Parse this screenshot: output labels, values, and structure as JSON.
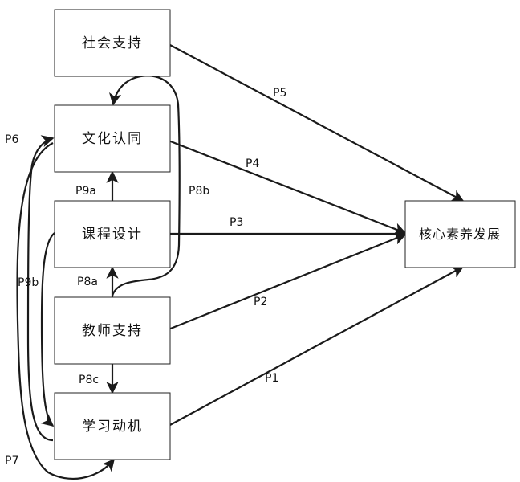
{
  "diagram": {
    "nodes": [
      {
        "id": "social_support",
        "label": "社会支持"
      },
      {
        "id": "cultural_identity",
        "label": "文化认同"
      },
      {
        "id": "curriculum_design",
        "label": "课程设计"
      },
      {
        "id": "teacher_support",
        "label": "教师支持"
      },
      {
        "id": "learning_motivation",
        "label": "学习动机"
      },
      {
        "id": "core_literacy",
        "label": "核心素养发展"
      }
    ],
    "paths": [
      {
        "label": "P5",
        "from": "social_support",
        "to": "core_literacy"
      },
      {
        "label": "P4",
        "from": "cultural_identity",
        "to": "core_literacy"
      },
      {
        "label": "P3",
        "from": "curriculum_design",
        "to": "core_literacy"
      },
      {
        "label": "P2",
        "from": "teacher_support",
        "to": "core_literacy"
      },
      {
        "label": "P1",
        "from": "learning_motivation",
        "to": "core_literacy"
      },
      {
        "label": "P9a",
        "from": "curriculum_design",
        "to": "cultural_identity"
      },
      {
        "label": "P8a",
        "from": "teacher_support",
        "to": "curriculum_design"
      },
      {
        "label": "P8b",
        "from": "teacher_support",
        "to": "cultural_identity"
      },
      {
        "label": "P8c",
        "from": "teacher_support",
        "to": "learning_motivation"
      },
      {
        "label": "P9b",
        "from": "curriculum_design",
        "to": "learning_motivation"
      },
      {
        "label": "P6",
        "from": "learning_motivation",
        "to": "cultural_identity"
      },
      {
        "label": "P7",
        "from": "cultural_identity",
        "to": "learning_motivation"
      }
    ]
  },
  "colors": {
    "line": "#1a1a1a",
    "box_border": "#222222",
    "background": "#ffffff"
  }
}
